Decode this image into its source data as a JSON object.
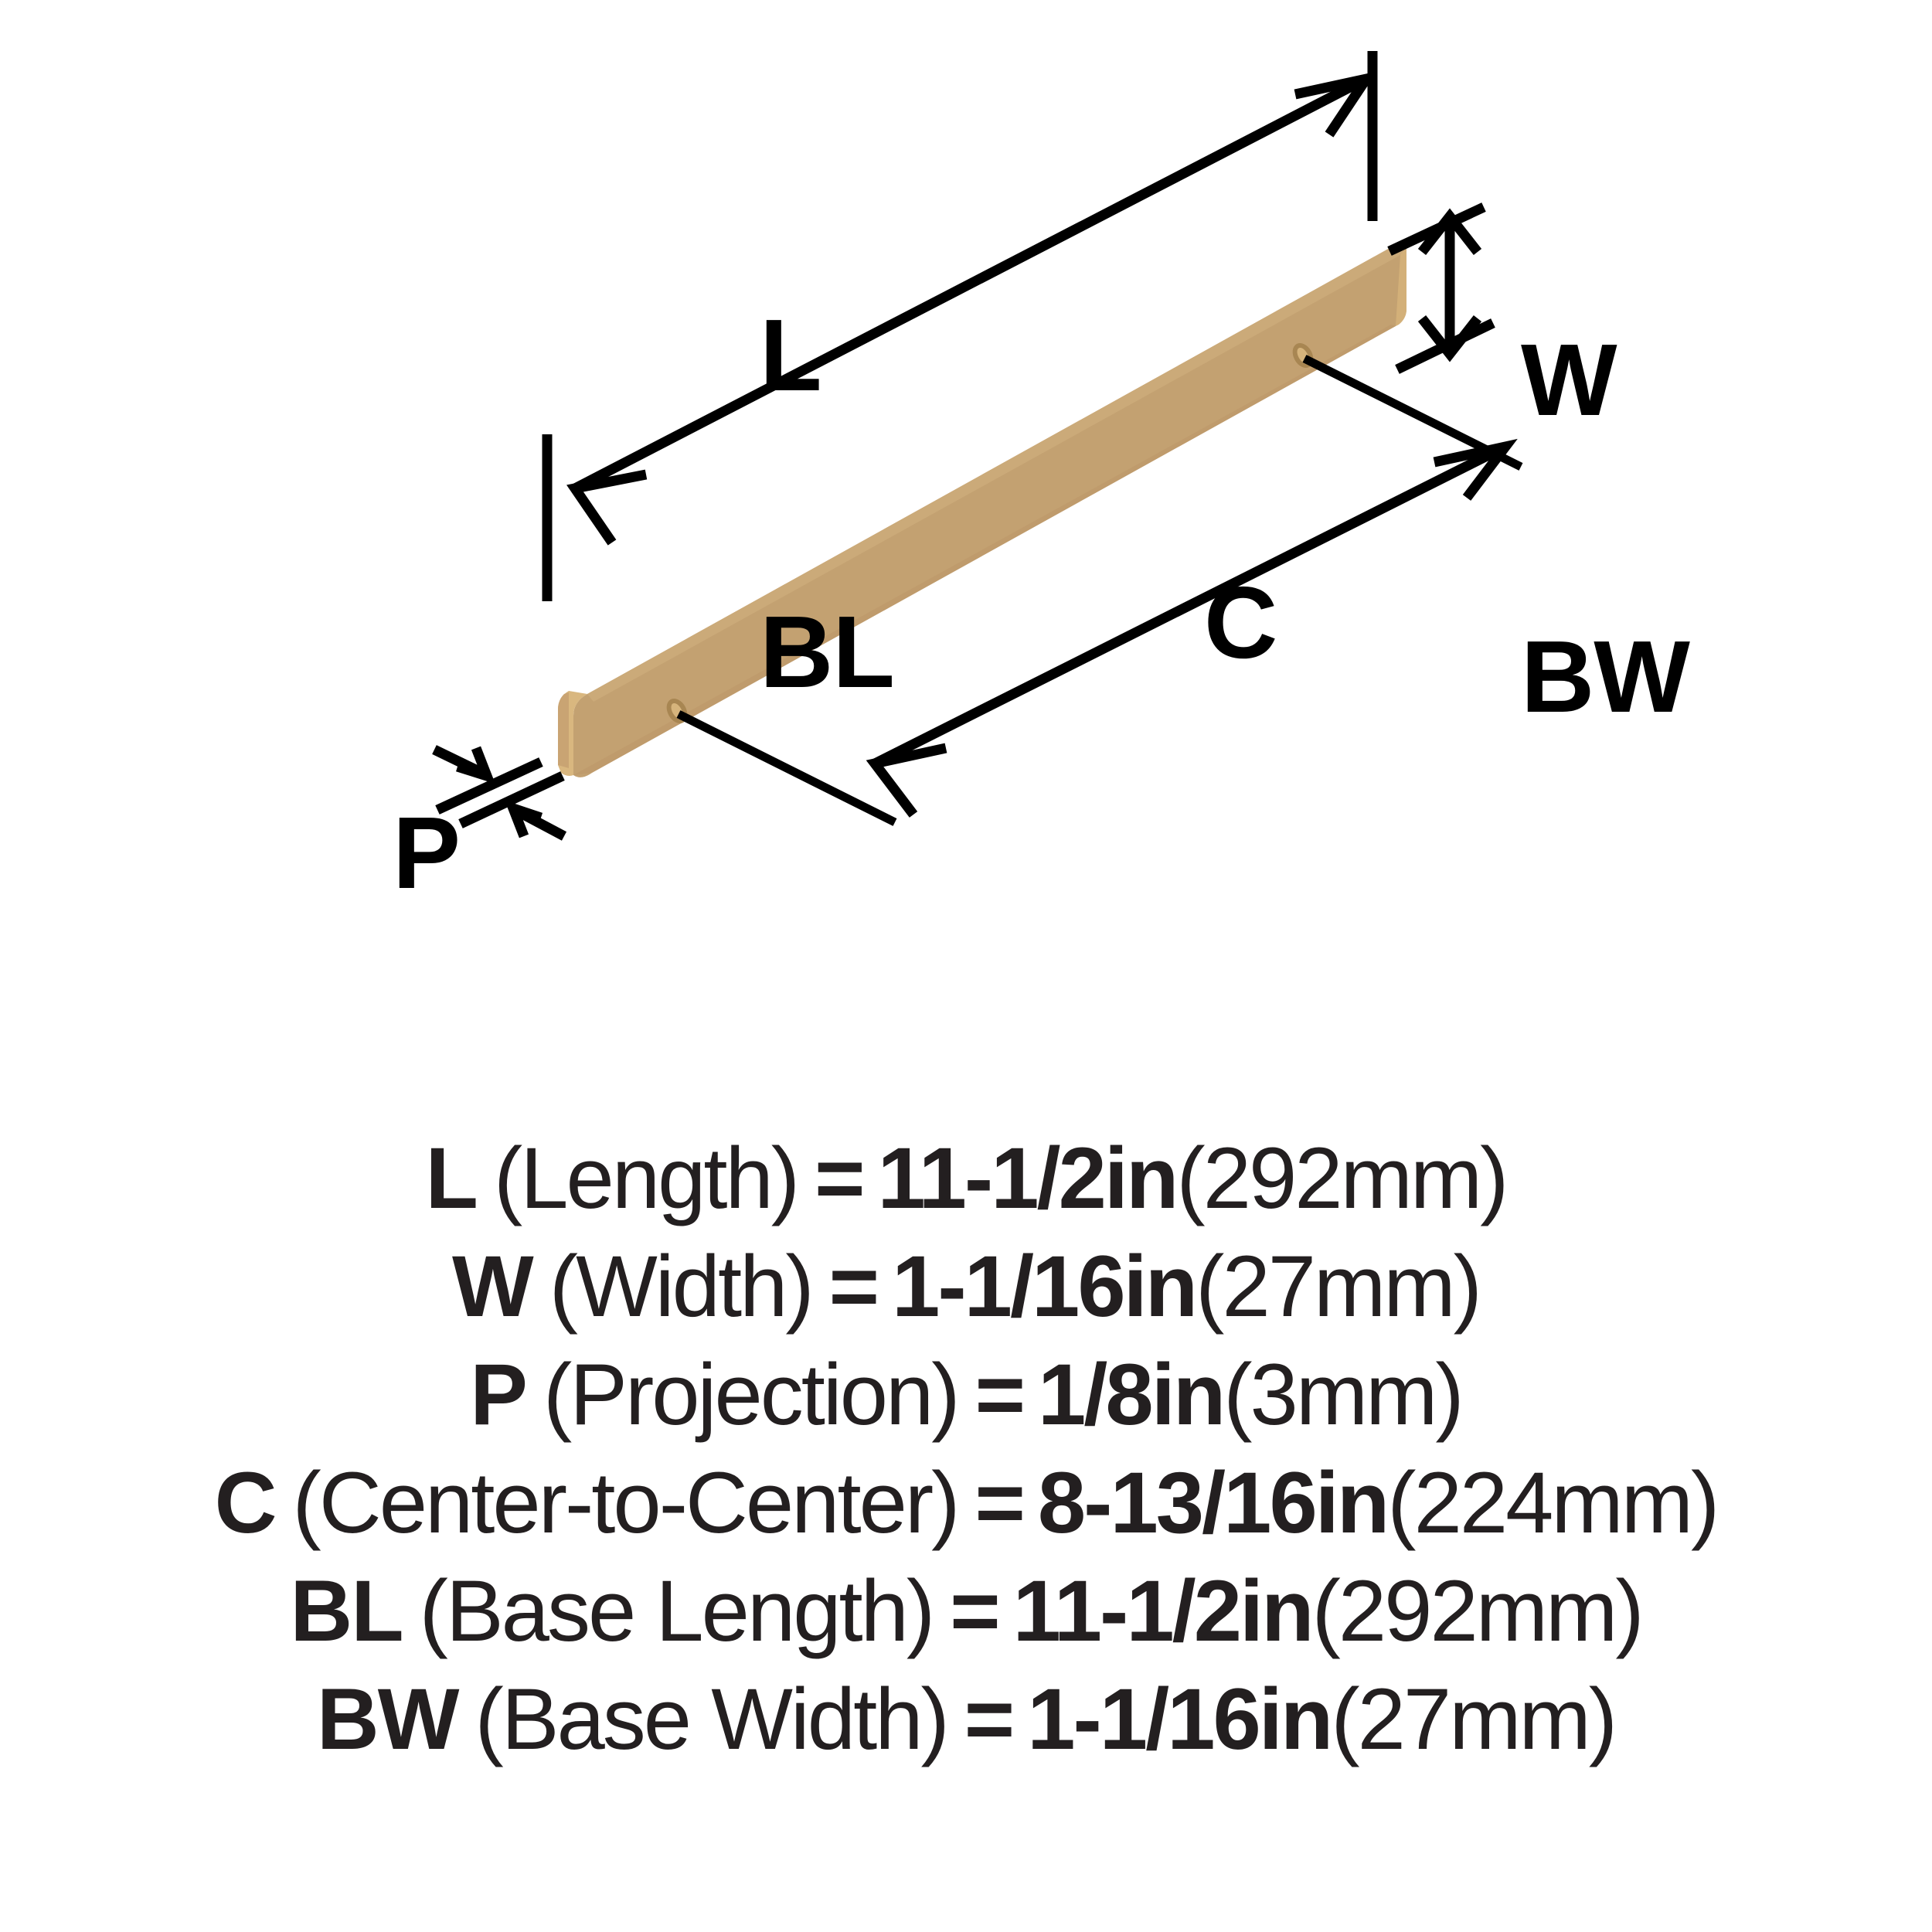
{
  "product": {
    "type": "cabinet-pull-dimension-diagram",
    "finish_color": "#C3A171",
    "finish_edge_highlight": "#D9B77F",
    "line_color": "#000000",
    "text_color": "#231F20",
    "background": "#FFFFFF"
  },
  "diagram_labels": {
    "length_stack": "L\nBL",
    "length_line1": "L",
    "length_line2": "BL",
    "width_stack": "W\nBW",
    "width_line1": "W",
    "width_line2": "BW",
    "center": "C",
    "projection": "P"
  },
  "legend": {
    "rows": [
      {
        "symbol": "L",
        "description": "(Length)",
        "equals": "=",
        "value_in": "11-1/2in",
        "value_mm": "(292mm)"
      },
      {
        "symbol": "W",
        "description": "(Width)",
        "equals": "=",
        "value_in": "1-1/16in",
        "value_mm": "(27mm)"
      },
      {
        "symbol": "P",
        "description": "(Projection)",
        "equals": "=",
        "value_in": "1/8in",
        "value_mm": "(3mm)"
      },
      {
        "symbol": "C",
        "description": "(Center-to-Center)",
        "equals": "=",
        "value_in": "8-13/16in",
        "value_mm": "(224mm)"
      },
      {
        "symbol": "BL",
        "description": "(Base Length)",
        "equals": "=",
        "value_in": "11-1/2in",
        "value_mm": "(292mm)"
      },
      {
        "symbol": "BW",
        "description": "(Base Width)",
        "equals": "=",
        "value_in": "1-1/16in",
        "value_mm": "(27mm)"
      }
    ]
  }
}
